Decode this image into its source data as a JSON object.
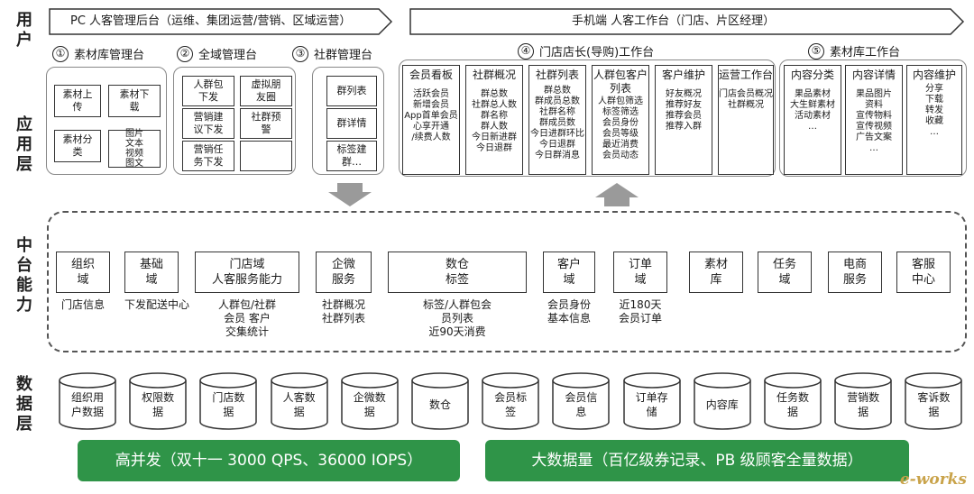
{
  "layers": {
    "user": "用户",
    "application": "应用层",
    "middle": "中台能力",
    "data": "数据层"
  },
  "banners": {
    "pc": "PC  人客管理后台（运维、集团运营/营销、区域运营）",
    "mobile": "手机端     人客工作台（门店、片区经理）"
  },
  "sections": [
    {
      "num": "①",
      "title": "素材库管理台"
    },
    {
      "num": "②",
      "title": "全域管理台"
    },
    {
      "num": "③",
      "title": "社群管理台"
    },
    {
      "num": "④",
      "title": "门店店长(导购)工作台"
    },
    {
      "num": "⑤",
      "title": "素材库工作台"
    }
  ],
  "material_mgmt": [
    "素材上\n传",
    "素材下\n载",
    "素材分\n类",
    "图片\n文本\n视频\n图文"
  ],
  "global_mgmt": [
    "人群包\n下发",
    "虚拟朋\n友圈",
    "营销建\n议下发",
    "社群预\n警",
    "营销任\n务下发",
    ""
  ],
  "community_mgmt": [
    "群列表",
    "群详情",
    "标签建\n群…"
  ],
  "store_columns": [
    {
      "header": "会员看板",
      "body": "活跃会员\n新增会员\nApp首单会员\n心享开通\n/续费人数"
    },
    {
      "header": "社群概况",
      "body": "群总数\n社群总人数\n群名称\n群人数\n今日新进群\n今日退群"
    },
    {
      "header": "社群列表",
      "body": "群总数\n群成员总数\n社群名称\n群成员数\n今日进群环比\n今日退群\n今日群消息"
    },
    {
      "header": "人群包客户\n列表",
      "body": "人群包筛选\n标签筛选\n会员身份\n会员等级\n最近消费\n会员动态"
    },
    {
      "header": "客户维护",
      "body": "好友概况\n推荐好友\n推荐会员\n推荐入群"
    },
    {
      "header": "运营工作台",
      "body": "门店会员概况\n社群概况"
    }
  ],
  "material_ws_columns": [
    {
      "header": "内容分类",
      "body": "果品素材\n大生鲜素材\n活动素材\n…"
    },
    {
      "header": "内容详情",
      "body": "果品图片\n资料\n宣传物料\n宣传视频\n广告文案\n…"
    },
    {
      "header": "内容维护",
      "body": "分享\n下载\n转发\n收藏\n…"
    }
  ],
  "middle_boxes": [
    {
      "label": "组织\n域",
      "caption": "门店信息"
    },
    {
      "label": "基础\n域",
      "caption": "下发配送中心"
    },
    {
      "label": "门店域\n人客服务能力",
      "caption": "人群包/社群\n会员  客户\n交集统计"
    },
    {
      "label": "企微\n服务",
      "caption": "社群概况\n社群列表"
    },
    {
      "label": "数仓\n标签",
      "caption": "标签/人群包会\n员列表\n近90天消费"
    },
    {
      "label": "客户\n域",
      "caption": "会员身份\n基本信息"
    },
    {
      "label": "订单\n域",
      "caption": "近180天\n会员订单"
    },
    {
      "label": "素材\n库",
      "caption": ""
    },
    {
      "label": "任务\n域",
      "caption": ""
    },
    {
      "label": "电商\n服务",
      "caption": ""
    },
    {
      "label": "客服\n中心",
      "caption": ""
    }
  ],
  "databases": [
    "组织用\n户数据",
    "权限数\n据",
    "门店数\n据",
    "人客数\n据",
    "企微数\n据",
    "数仓",
    "会员标\n签",
    "会员信\n息",
    "订单存\n储",
    "内容库",
    "任务数\n据",
    "营销数\n据",
    "客诉数\n据"
  ],
  "footer": {
    "left": "高并发（双十一 3000 QPS、36000 IOPS）",
    "right": "大数据量（百亿级券记录、PB 级顾客全量数据）"
  },
  "logo": "e-works",
  "colors": {
    "green": "#2f9448",
    "arrow": "#9a9a9a"
  }
}
